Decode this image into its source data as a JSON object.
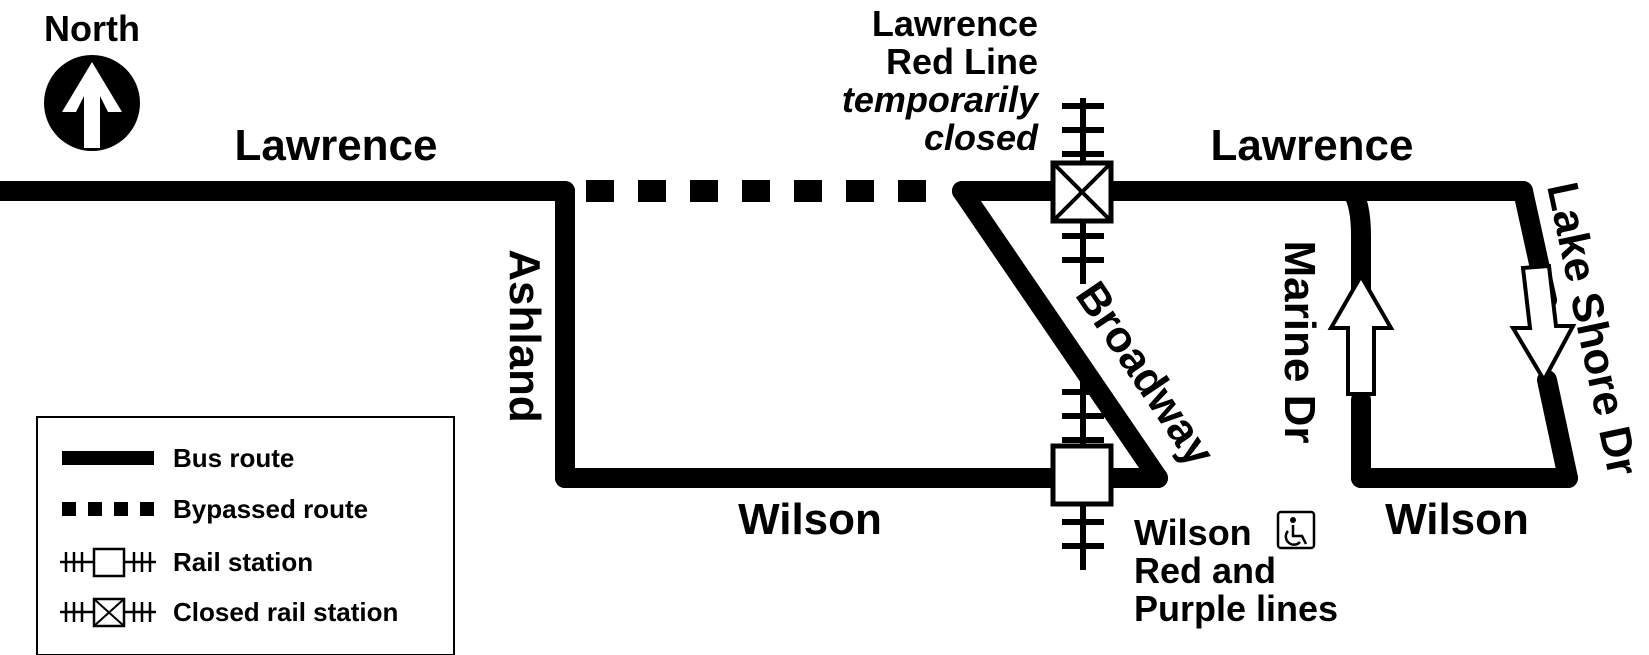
{
  "compass": {
    "label": "North"
  },
  "streets": {
    "lawrence_west": "Lawrence",
    "lawrence_east": "Lawrence",
    "ashland": "Ashland",
    "broadway": "Broadway",
    "marine_dr": "Marine Dr",
    "lake_shore_dr": "Lake Shore Dr",
    "wilson_west": "Wilson",
    "wilson_east": "Wilson"
  },
  "stations": {
    "lawrence": {
      "lines": [
        "Lawrence",
        "Red Line",
        "temporarily",
        "closed"
      ],
      "status": "closed"
    },
    "wilson": {
      "lines": [
        "Wilson",
        "Red and",
        "Purple lines"
      ],
      "accessible_icon": "wheelchair-icon"
    }
  },
  "legend": {
    "items": [
      {
        "symbol": "solid-line",
        "label": "Bus route"
      },
      {
        "symbol": "dashed-line",
        "label": "Bypassed route"
      },
      {
        "symbol": "rail-station",
        "label": "Rail station"
      },
      {
        "symbol": "closed-rail-station",
        "label": "Closed rail station"
      }
    ]
  },
  "colors": {
    "ink": "#000000",
    "background": "#ffffff"
  }
}
